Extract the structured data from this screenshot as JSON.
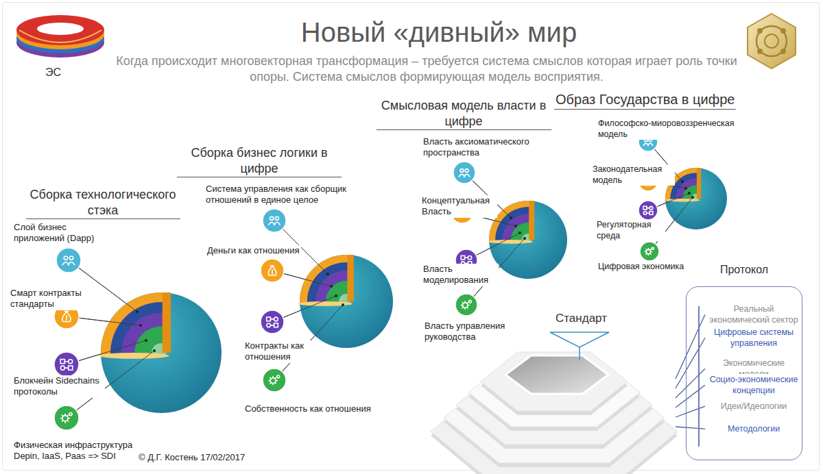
{
  "diagram": {
    "title": "Новый «дивный» мир",
    "nodes": [
      {
        "text": [
          "Стандарт"
        ]
      },
      {
        "text": [
          "Протокол"
        ]
      },
      {
        "text": [
          "Реальный экономический сектор"
        ],
        "in": 1
      },
      {
        "text": [
          "Цифровые системы управления"
        ],
        "in": 1
      },
      {
        "text": [
          "Экономические модели"
        ],
        "in": 1
      },
      {
        "text": [
          "Социо-экономические концепции"
        ],
        "in": 1
      },
      {
        "text": [
          "Идеи/Идеологии"
        ],
        "in": 1
      },
      {
        "text": [
          "Методологии"
        ],
        "in": 1
      }
    ],
    "edges": [
      {
        "from": 0,
        "to": 2,
        "arrow": "none"
      },
      {
        "from": 0,
        "to": 3,
        "arrow": "none"
      },
      {
        "from": 0,
        "to": 4,
        "arrow": "none"
      },
      {
        "from": 0,
        "to": 5,
        "arrow": "none"
      },
      {
        "from": 0,
        "to": 6,
        "arrow": "none"
      },
      {
        "from": 0,
        "to": 7,
        "arrow": "none"
      }
    ],
    "labels": [
      "Когда происходит многовекторная трансформация – требуется система смыслов которая играет роль точки опоры. Система смыслов формирующая модель восприятия.",
      "ЭС",
      "Сборка технологического стэка",
      "Слой бизнес приложений (Dapp)",
      "Смарт контракты стандарты",
      "Блокчейн Sidechains протоколы",
      "Физическая инфраструктура Depin, IaaS, Paas => SDI",
      "Сборка бизнес логики в цифре",
      "Система управления как сборщик отношений в единое целое",
      "Деньги как отношения",
      "Контракты как отношения",
      "Собственность как отношения",
      "Смысловая модель власти в цифре",
      "Власть аксиоматического пространства",
      "Концептуальная Власть",
      "Власть моделирования",
      "Власть управления руководства",
      "Образ Государства в цифре",
      "Философско-миоровоззренческая модель",
      "Законодательная модель",
      "Регуляторная среда",
      "Цифровая экономика",
      "© Д.Г. Костень 17/02/2017"
    ]
  }
}
